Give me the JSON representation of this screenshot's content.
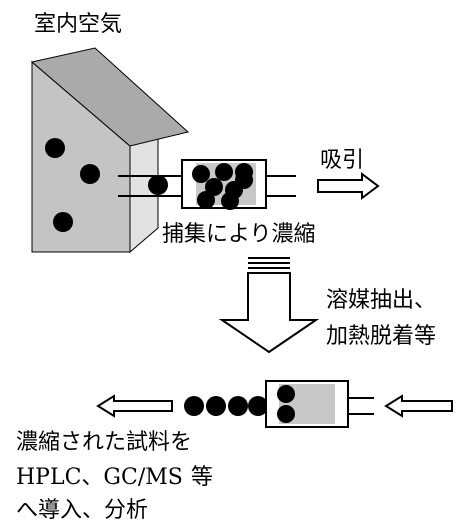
{
  "labels": {
    "room_air": "室内空気",
    "suction": "吸引",
    "collect": "捕集により濃縮",
    "extract_line1": "溶媒抽出、",
    "extract_line2": "加熱脱着等",
    "result_line1": "濃縮された試料を",
    "result_line2_a": "HPLC、GC/MS",
    "result_line2_b": "等",
    "result_line3": "へ導入、分析"
  },
  "colors": {
    "room_front": "#c4c4c4",
    "room_side": "#e2e2e2",
    "room_roof": "#aaaaaa",
    "tube_fill": "#c8c8c8",
    "particle": "#000000",
    "stroke": "#000000"
  }
}
